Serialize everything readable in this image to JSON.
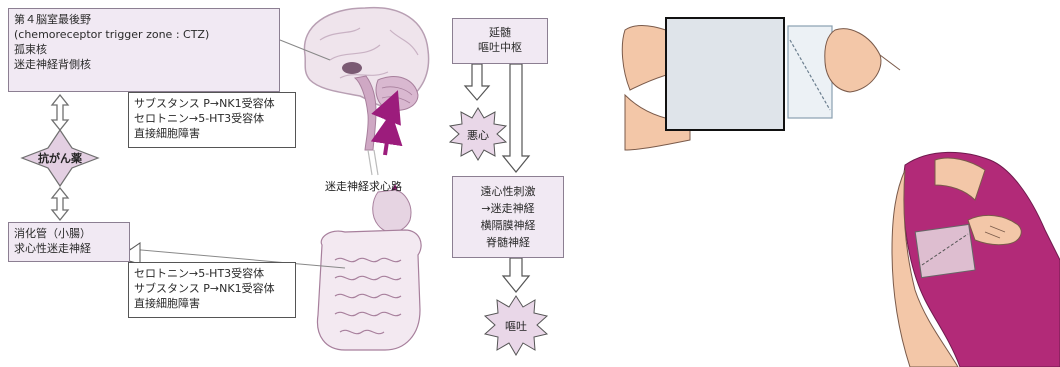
{
  "upper_box": {
    "lines": [
      "第４脳室最後野",
      "(chemoreceptor trigger zone : CTZ)",
      "孤束核",
      "迷走神経背側核"
    ]
  },
  "upper_callout": {
    "lines": [
      "サブスタンス P→NK1受容体",
      "セロトニン→5-HT3受容体",
      "直接細胞障害"
    ]
  },
  "drug_label": "抗がん薬",
  "lower_box": {
    "lines": [
      "消化管（小腸）",
      "求心性迷走神経"
    ]
  },
  "lower_callout": {
    "lines": [
      "セロトニン→5-HT3受容体",
      "サブスタンス P→NK1受容体",
      "直接細胞障害"
    ]
  },
  "vagus_label": "迷走神経求心路",
  "flow": {
    "top_box": [
      "延髄",
      "嘔吐中枢"
    ],
    "nausea": "悪心",
    "efferent_box": [
      "遠心性刺激",
      "→迷走神経",
      "横隔膜神経",
      "脊髄神経"
    ],
    "vomiting": "嘔吐"
  },
  "colors": {
    "box_fill": "#f1e9f3",
    "accent": "#9c1c7c",
    "arm_sleeve": "#b22a78",
    "skin": "#f3c7a8"
  }
}
